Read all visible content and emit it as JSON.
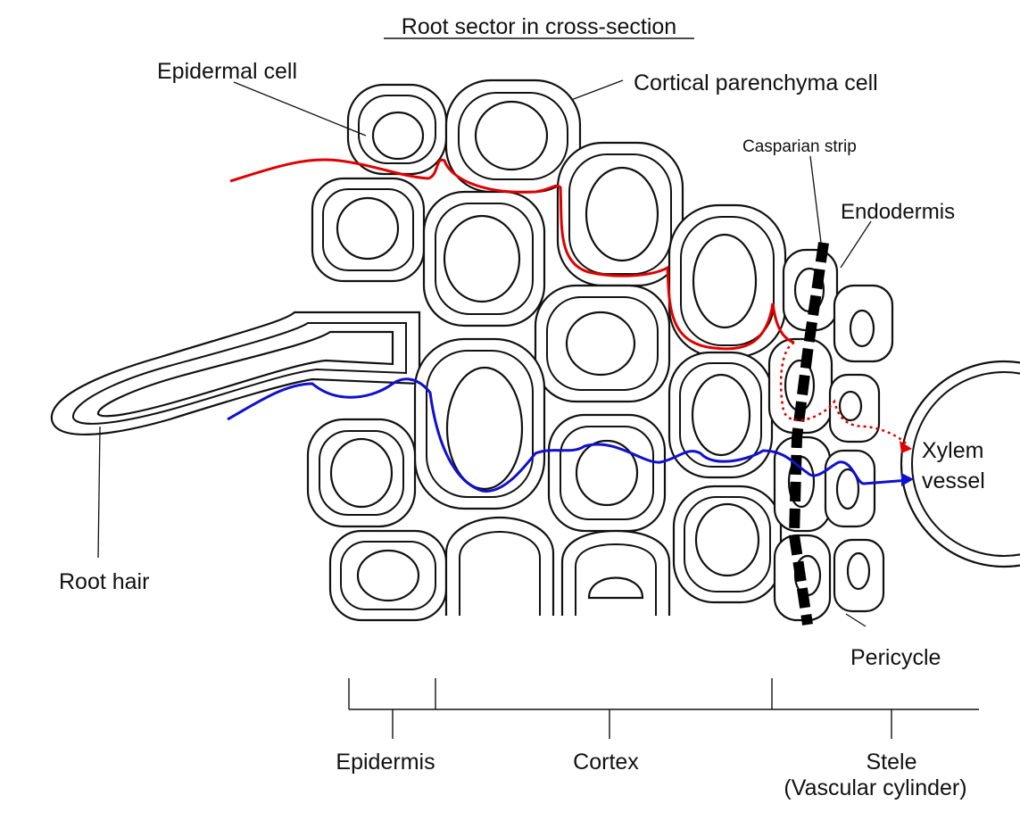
{
  "title": "Root sector in cross-section",
  "labels": {
    "epidermal_cell": "Epidermal cell",
    "cortical_parenchyma_cell": "Cortical parenchyma cell",
    "casparian_strip": "Casparian strip",
    "endodermis": "Endodermis",
    "root_hair": "Root hair",
    "xylem": "Xylem",
    "vessel": "vessel",
    "pericycle": "Pericycle"
  },
  "regions": {
    "epidermis": "Epidermis",
    "cortex": "Cortex",
    "stele": "Stele",
    "stele_sub": "(Vascular cylinder)"
  },
  "colors": {
    "apoplast_pathway": "#e00000",
    "symplast_pathway": "#1010d0",
    "casparian_strip": "#000000",
    "outline": "#111111"
  }
}
